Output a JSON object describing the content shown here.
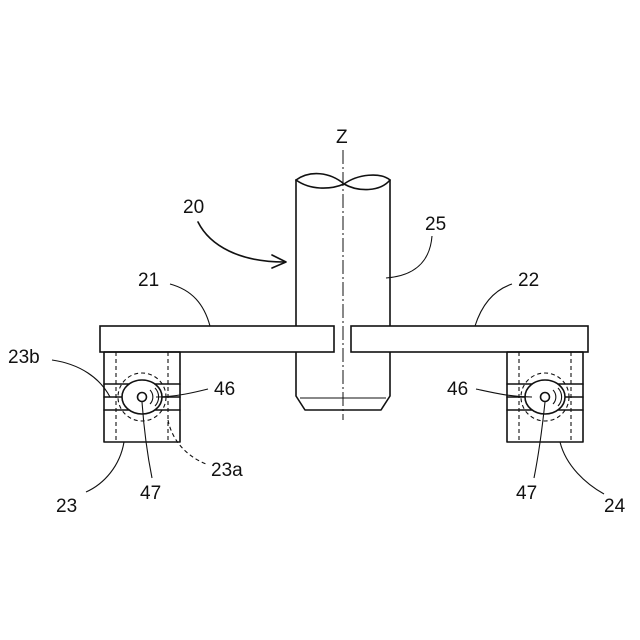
{
  "labels": {
    "axis": "Z",
    "assembly": "20",
    "arm_left": "21",
    "arm_right": "22",
    "shaft": "25",
    "block_left": "23",
    "block_right": "24",
    "block_left_face": "23b",
    "block_left_inner": "23a",
    "bolt_head_left": "46",
    "bolt_head_right": "46",
    "bolt_left": "47",
    "bolt_right": "47"
  }
}
